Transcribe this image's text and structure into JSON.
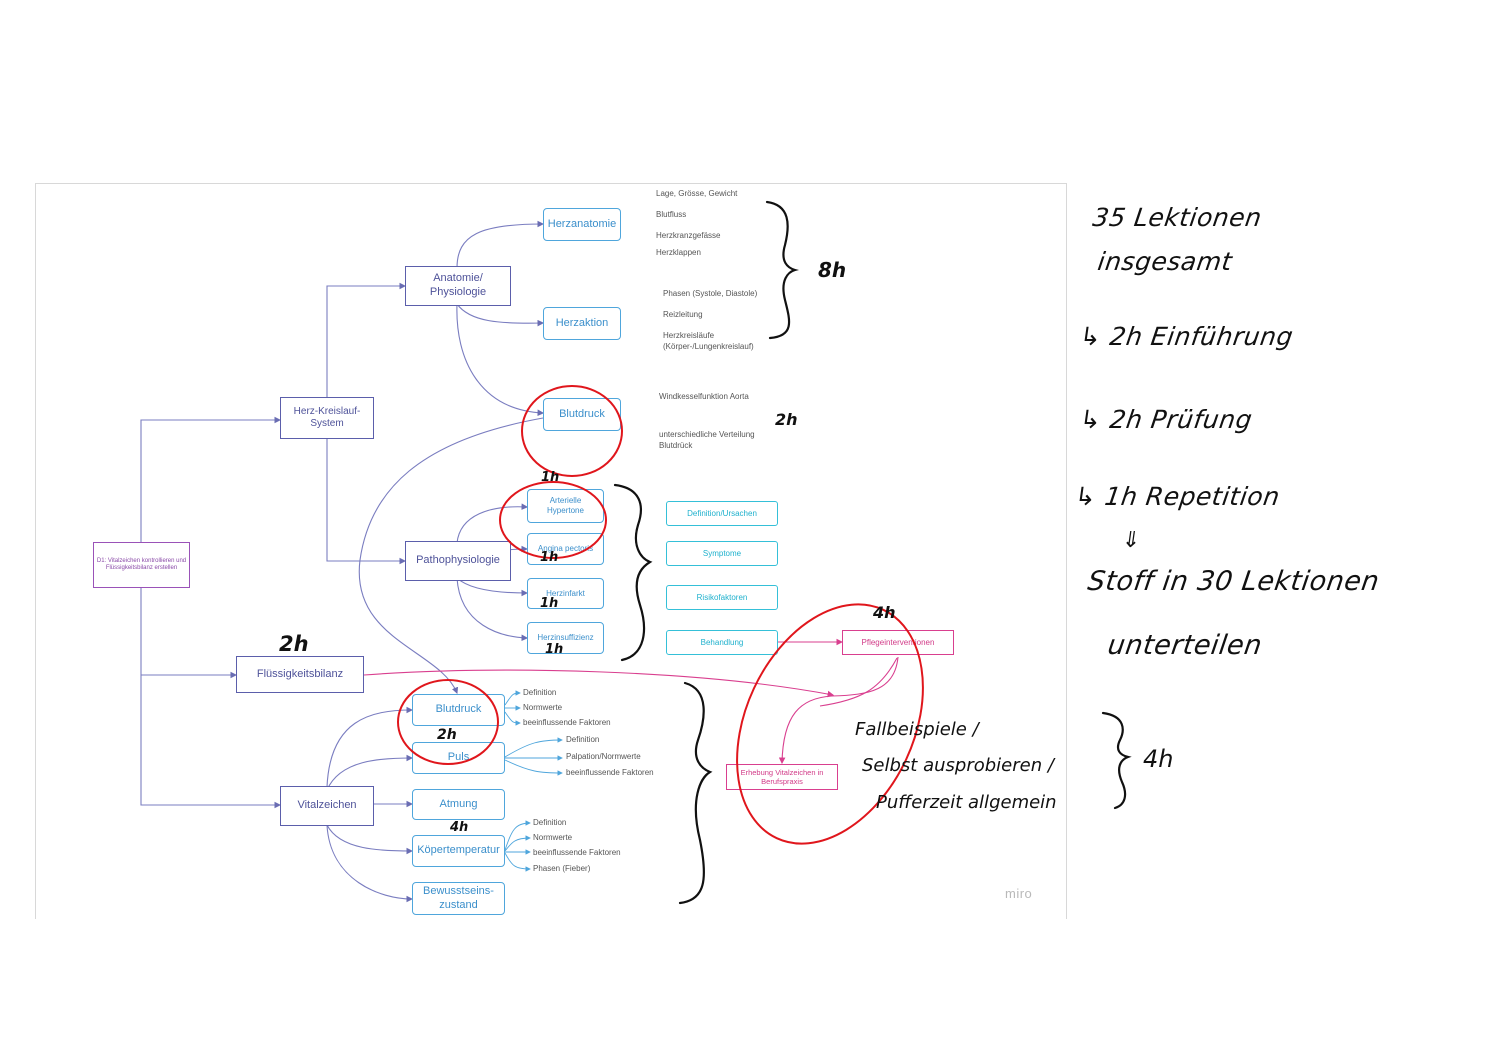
{
  "diagram": {
    "root": "D1: Vitalzeichen kontrollieren und Flüssigkeitsbilanz erstellen",
    "herz_kreislauf": "Herz-Kreislauf-\nSystem",
    "anatomie": "Anatomie/\nPhysiologie",
    "herzanatomie": "Herzanatomie",
    "herzaktion": "Herzaktion",
    "blutdruck_top": "Blutdruck",
    "patho": "Pathophysiologie",
    "arterielle": "Arterielle\nHypertone",
    "angina": "Angina pectoris",
    "herzinfarkt": "Herzinfarkt",
    "herzinsuff": "Herzinsuffizienz",
    "fluessig": "Flüssigkeitsbilanz",
    "vitalzeichen": "Vitalzeichen",
    "blutdruck_v": "Blutdruck",
    "puls": "Puls",
    "atmung": "Atmung",
    "koerper": "Köpertemperatur",
    "bewusst": "Bewusstseins-\nzustand",
    "def_ursachen": "Definition/Ursachen",
    "symptome": "Symptome",
    "risiko": "Risikofaktoren",
    "behandlung": "Behandlung",
    "pflege": "Pflegeinterventionen",
    "erhebung": "Erhebung Vitalzeichen in\nBerufspraxis",
    "herzanatomie_labels": [
      "Lage, Grösse, Gewicht",
      "Blutfluss",
      "Herzkranzgefässe",
      "Herzklappen"
    ],
    "herzaktion_labels": [
      "Phasen (Systole, Diastole)",
      "Reizleitung",
      "Herzkreisläufe\n(Körper-/Lungenkreislauf)"
    ],
    "blutdruck_labels": [
      "Windkesselfunktion Aorta",
      "unterschiedliche Verteilung\nBlutdrück"
    ],
    "bd_v_labels": [
      "Definition",
      "Normwerte",
      "beeinflussende Faktoren"
    ],
    "puls_labels": [
      "Definition",
      "Palpation/Normwerte",
      "beeinflussende Faktoren"
    ],
    "koerper_labels": [
      "Definition",
      "Normwerte",
      "beeinflussende Faktoren",
      "Phasen (Fieber)"
    ],
    "watermark": "miro"
  },
  "annotations": {
    "h8": "8h",
    "h2_bd": "2h",
    "h1_art": "1h",
    "h1_ang": "1h",
    "h1_inf": "1h",
    "h1_ins": "1h",
    "h2_fl": "2h",
    "h2_bdv": "2h",
    "h4_kt": "4h",
    "h4_pf": "4h",
    "fall1": "Fallbeispiele /",
    "fall2": "Selbst ausprobieren /",
    "fall3": "Pufferzeit allgemein",
    "h4_fall": "4h"
  },
  "notes": {
    "line1": "35 Lektionen",
    "line2": "insgesamt",
    "line3": "↳ 2h Einführung",
    "line4": "↳ 2h Prüfung",
    "line5": "↳ 1h Repetition",
    "arrow": "⇓",
    "line6": "Stoff in 30 Lektionen",
    "line7": "unterteilen"
  },
  "colors": {
    "node_purple": "#5b5eab",
    "node_blue": "#4fa6dc",
    "node_cyan": "#35c0d8",
    "node_pink": "#d93f8f",
    "red_circle": "#e0161c"
  }
}
